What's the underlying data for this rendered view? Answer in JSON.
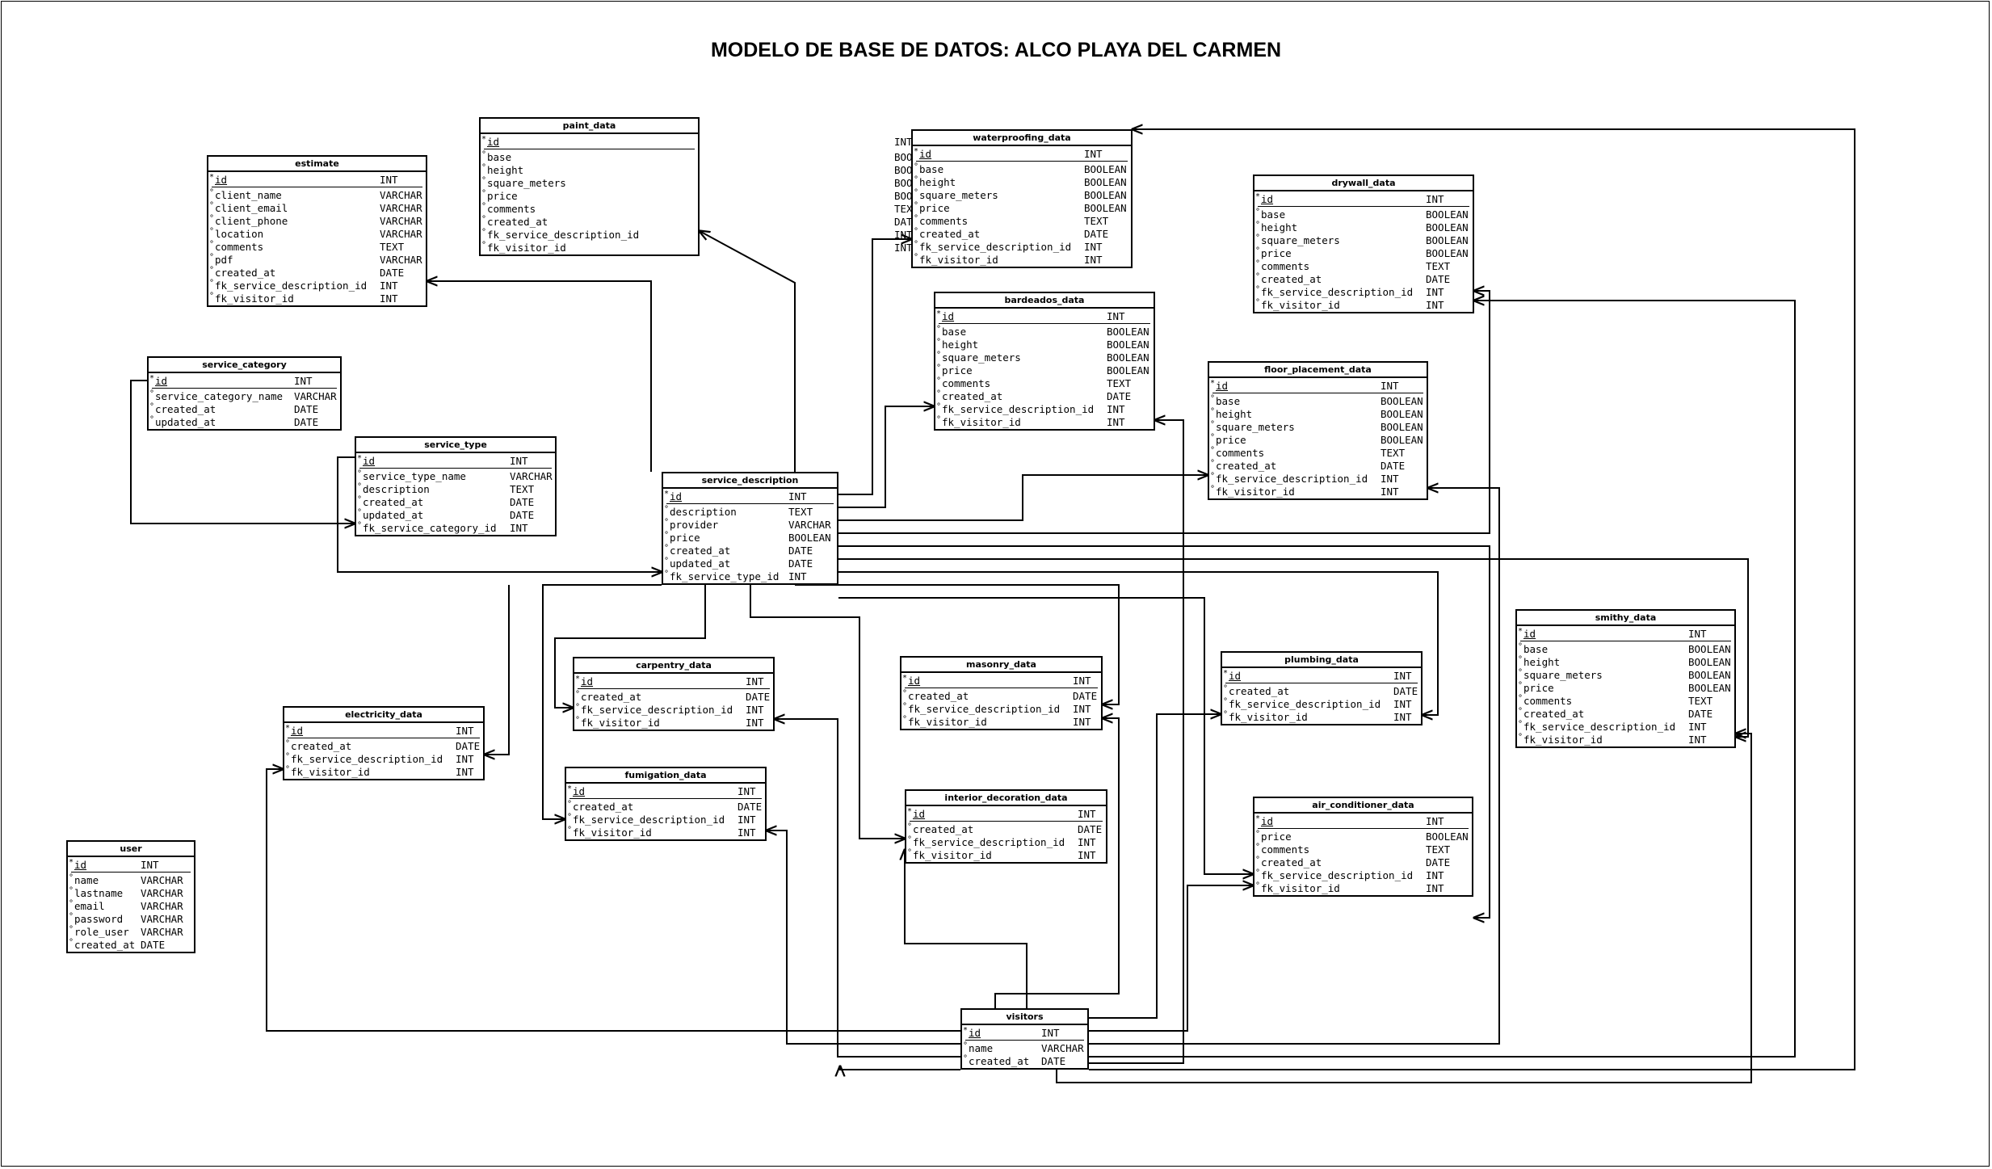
{
  "title": "MODELO DE BASE DE DATOS: ALCO PLAYA DEL CARMEN",
  "tables": [
    {
      "key": "paint_data",
      "name": "paint_data",
      "fields": [
        [
          "id",
          "INT"
        ],
        [
          "base",
          "BOOLEAN"
        ],
        [
          "height",
          "BOOLEAN"
        ],
        [
          "square_meters",
          "BOOLEAN"
        ],
        [
          "price",
          "BOOLEAN"
        ],
        [
          "comments",
          "TEXT"
        ],
        [
          "created_at",
          "DATE"
        ],
        [
          "fk_service_description_id",
          "INT"
        ],
        [
          "fk_visitor_id",
          "INT"
        ]
      ]
    },
    {
      "key": "estimate",
      "name": "estimate",
      "fields": [
        [
          "id",
          "INT"
        ],
        [
          "client_name",
          "VARCHAR"
        ],
        [
          "client_email",
          "VARCHAR"
        ],
        [
          "client_phone",
          "VARCHAR"
        ],
        [
          "location",
          "VARCHAR"
        ],
        [
          "comments",
          "TEXT"
        ],
        [
          "pdf",
          "VARCHAR"
        ],
        [
          "created_at",
          "DATE"
        ],
        [
          "fk_service_description_id",
          "INT"
        ],
        [
          "fk_visitor_id",
          "INT"
        ]
      ]
    },
    {
      "key": "waterproofing_data",
      "name": "waterproofing_data",
      "fields": [
        [
          "id",
          "INT"
        ],
        [
          "base",
          "BOOLEAN"
        ],
        [
          "height",
          "BOOLEAN"
        ],
        [
          "square_meters",
          "BOOLEAN"
        ],
        [
          "price",
          "BOOLEAN"
        ],
        [
          "comments",
          "TEXT"
        ],
        [
          "created_at",
          "DATE"
        ],
        [
          "fk_service_description_id",
          "INT"
        ],
        [
          "fk_visitor_id",
          "INT"
        ]
      ]
    },
    {
      "key": "drywall_data",
      "name": "drywall_data",
      "fields": [
        [
          "id",
          "INT"
        ],
        [
          "base",
          "BOOLEAN"
        ],
        [
          "height",
          "BOOLEAN"
        ],
        [
          "square_meters",
          "BOOLEAN"
        ],
        [
          "price",
          "BOOLEAN"
        ],
        [
          "comments",
          "TEXT"
        ],
        [
          "created_at",
          "DATE"
        ],
        [
          "fk_service_description_id",
          "INT"
        ],
        [
          "fk_visitor_id",
          "INT"
        ]
      ]
    },
    {
      "key": "bardeados_data",
      "name": "bardeados_data",
      "fields": [
        [
          "id",
          "INT"
        ],
        [
          "base",
          "BOOLEAN"
        ],
        [
          "height",
          "BOOLEAN"
        ],
        [
          "square_meters",
          "BOOLEAN"
        ],
        [
          "price",
          "BOOLEAN"
        ],
        [
          "comments",
          "TEXT"
        ],
        [
          "created_at",
          "DATE"
        ],
        [
          "fk_service_description_id",
          "INT"
        ],
        [
          "fk_visitor_id",
          "INT"
        ]
      ]
    },
    {
      "key": "service_category",
      "name": "service_category",
      "fields": [
        [
          "id",
          "INT"
        ],
        [
          "service_category_name",
          "VARCHAR"
        ],
        [
          "created_at",
          "DATE"
        ],
        [
          "updated_at",
          "DATE"
        ]
      ]
    },
    {
      "key": "floor_placement_data",
      "name": "floor_placement_data",
      "fields": [
        [
          "id",
          "INT"
        ],
        [
          "base",
          "BOOLEAN"
        ],
        [
          "height",
          "BOOLEAN"
        ],
        [
          "square_meters",
          "BOOLEAN"
        ],
        [
          "price",
          "BOOLEAN"
        ],
        [
          "comments",
          "TEXT"
        ],
        [
          "created_at",
          "DATE"
        ],
        [
          "fk_service_description_id",
          "INT"
        ],
        [
          "fk_visitor_id",
          "INT"
        ]
      ]
    },
    {
      "key": "service_type",
      "name": "service_type",
      "fields": [
        [
          "id",
          "INT"
        ],
        [
          "service_type_name",
          "VARCHAR"
        ],
        [
          "description",
          "TEXT"
        ],
        [
          "created_at",
          "DATE"
        ],
        [
          "updated_at",
          "DATE"
        ],
        [
          "fk_service_category_id",
          "INT"
        ]
      ]
    },
    {
      "key": "service_description",
      "name": "service_description",
      "fields": [
        [
          "id",
          "INT"
        ],
        [
          "description",
          "TEXT"
        ],
        [
          "provider",
          "VARCHAR"
        ],
        [
          "price",
          "BOOLEAN"
        ],
        [
          "created_at",
          "DATE"
        ],
        [
          "updated_at",
          "DATE"
        ],
        [
          "fk_service_type_id",
          "INT"
        ]
      ]
    },
    {
      "key": "smithy_data",
      "name": "smithy_data",
      "fields": [
        [
          "id",
          "INT"
        ],
        [
          "base",
          "BOOLEAN"
        ],
        [
          "height",
          "BOOLEAN"
        ],
        [
          "square_meters",
          "BOOLEAN"
        ],
        [
          "price",
          "BOOLEAN"
        ],
        [
          "comments",
          "TEXT"
        ],
        [
          "created_at",
          "DATE"
        ],
        [
          "fk_service_description_id",
          "INT"
        ],
        [
          "fk_visitor_id",
          "INT"
        ]
      ]
    },
    {
      "key": "carpentry_data",
      "name": "carpentry_data",
      "fields": [
        [
          "id",
          "INT"
        ],
        [
          "created_at",
          "DATE"
        ],
        [
          "fk_service_description_id",
          "INT"
        ],
        [
          "fk_visitor_id",
          "INT"
        ]
      ]
    },
    {
      "key": "masonry_data",
      "name": "masonry_data",
      "fields": [
        [
          "id",
          "INT"
        ],
        [
          "created_at",
          "DATE"
        ],
        [
          "fk_service_description_id",
          "INT"
        ],
        [
          "fk_visitor_id",
          "INT"
        ]
      ]
    },
    {
      "key": "plumbing_data",
      "name": "plumbing_data",
      "fields": [
        [
          "id",
          "INT"
        ],
        [
          "created_at",
          "DATE"
        ],
        [
          "fk_service_description_id",
          "INT"
        ],
        [
          "fk_visitor_id",
          "INT"
        ]
      ]
    },
    {
      "key": "electricity_data",
      "name": "electricity_data",
      "fields": [
        [
          "id",
          "INT"
        ],
        [
          "created_at",
          "DATE"
        ],
        [
          "fk_service_description_id",
          "INT"
        ],
        [
          "fk_visitor_id",
          "INT"
        ]
      ]
    },
    {
      "key": "fumigation_data",
      "name": "fumigation_data",
      "fields": [
        [
          "id",
          "INT"
        ],
        [
          "created_at",
          "DATE"
        ],
        [
          "fk_service_description_id",
          "INT"
        ],
        [
          "fk_visitor_id",
          "INT"
        ]
      ]
    },
    {
      "key": "interior_decoration_data",
      "name": "interior_decoration_data",
      "fields": [
        [
          "id",
          "INT"
        ],
        [
          "created_at",
          "DATE"
        ],
        [
          "fk_service_description_id",
          "INT"
        ],
        [
          "fk_visitor_id",
          "INT"
        ]
      ]
    },
    {
      "key": "air_conditioner_data",
      "name": "air_conditioner_data",
      "fields": [
        [
          "id",
          "INT"
        ],
        [
          "price",
          "BOOLEAN"
        ],
        [
          "comments",
          "TEXT"
        ],
        [
          "created_at",
          "DATE"
        ],
        [
          "fk_service_description_id",
          "INT"
        ],
        [
          "fk_visitor_id",
          "INT"
        ]
      ]
    },
    {
      "key": "user",
      "name": "user",
      "fields": [
        [
          "id",
          "INT"
        ],
        [
          "name",
          "VARCHAR"
        ],
        [
          "lastname",
          "VARCHAR"
        ],
        [
          "email",
          "VARCHAR"
        ],
        [
          "password",
          "VARCHAR"
        ],
        [
          "role_user",
          "VARCHAR"
        ],
        [
          "created_at",
          "DATE"
        ]
      ]
    },
    {
      "key": "visitors",
      "name": "visitors",
      "fields": [
        [
          "id",
          "INT"
        ],
        [
          "name",
          "VARCHAR"
        ],
        [
          "created_at",
          "DATE"
        ]
      ]
    }
  ],
  "relationships": [
    {
      "from": "service_category",
      "to": "service_type",
      "cardinality": "1"
    },
    {
      "from": "service_type",
      "to": "service_description",
      "cardinality": "1"
    },
    {
      "from": "service_description",
      "to": "paint_data",
      "cardinality": "1"
    },
    {
      "from": "service_description",
      "to": "estimate",
      "cardinality": "1"
    },
    {
      "from": "service_description",
      "to": "waterproofing_data",
      "cardinality": "1"
    },
    {
      "from": "service_description",
      "to": "bardeados_data",
      "cardinality": "1"
    },
    {
      "from": "service_description",
      "to": "floor_placement_data",
      "cardinality": "1"
    },
    {
      "from": "service_description",
      "to": "drywall_data",
      "cardinality": "1"
    },
    {
      "from": "service_description",
      "to": "smithy_data",
      "cardinality": "1"
    },
    {
      "from": "service_description",
      "to": "plumbing_data",
      "cardinality": "1"
    },
    {
      "from": "service_description",
      "to": "masonry_data",
      "cardinality": "1"
    },
    {
      "from": "service_description",
      "to": "carpentry_data",
      "cardinality": "1"
    },
    {
      "from": "service_description",
      "to": "electricity_data",
      "cardinality": "1"
    },
    {
      "from": "service_description",
      "to": "fumigation_data",
      "cardinality": "1"
    },
    {
      "from": "service_description",
      "to": "interior_decoration_data",
      "cardinality": "1"
    },
    {
      "from": "service_description",
      "to": "air_conditioner_data",
      "cardinality": "1"
    },
    {
      "from": "visitors",
      "to": "electricity_data",
      "cardinality": "1"
    },
    {
      "from": "visitors",
      "to": "fumigation_data",
      "cardinality": "1"
    },
    {
      "from": "visitors",
      "to": "carpentry_data",
      "cardinality": "1"
    },
    {
      "from": "visitors",
      "to": "interior_decoration_data",
      "cardinality": "1"
    },
    {
      "from": "visitors",
      "to": "masonry_data",
      "cardinality": "1"
    },
    {
      "from": "visitors",
      "to": "plumbing_data",
      "cardinality": "1"
    },
    {
      "from": "visitors",
      "to": "air_conditioner_data",
      "cardinality": "1"
    },
    {
      "from": "visitors",
      "to": "floor_placement_data",
      "cardinality": "1"
    },
    {
      "from": "visitors",
      "to": "drywall_data",
      "cardinality": "1"
    },
    {
      "from": "visitors",
      "to": "waterproofing_data",
      "cardinality": "1"
    },
    {
      "from": "visitors",
      "to": "smithy_data",
      "cardinality": "1"
    },
    {
      "from": "visitors",
      "to": "bardeados_data",
      "cardinality": "1"
    }
  ]
}
